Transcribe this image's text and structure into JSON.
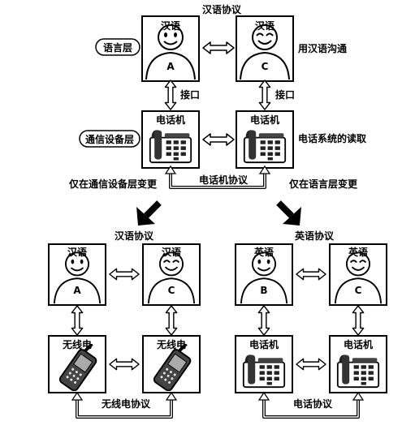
{
  "top": {
    "title": "汉语协议",
    "person_a": {
      "lang": "汉语",
      "letter": "A"
    },
    "person_c": {
      "lang": "汉语",
      "letter": "C"
    },
    "layer_language": "语言层",
    "layer_device": "通信设备层",
    "interface_left": "接口",
    "interface_right": "接口",
    "device_a": "电话机",
    "device_c": "电话机",
    "note_language": "用汉语沟通",
    "note_device": "电话系统的读取",
    "device_protocol": "电话机协议"
  },
  "branch": {
    "left_note": "仅在通信设备层变更",
    "right_note": "仅在语言层变更"
  },
  "bottom_left": {
    "title": "汉语协议",
    "person_a": {
      "lang": "汉语",
      "letter": "A"
    },
    "person_c": {
      "lang": "汉语",
      "letter": "C"
    },
    "device_a": "无线电",
    "device_c": "无线电",
    "device_protocol": "无线电协议"
  },
  "bottom_right": {
    "title": "英语协议",
    "person_b": {
      "lang": "英语",
      "letter": "B"
    },
    "person_c": {
      "lang": "英语",
      "letter": "C"
    },
    "device_b": "电话机",
    "device_c": "电话机",
    "device_protocol": "电话协议"
  }
}
